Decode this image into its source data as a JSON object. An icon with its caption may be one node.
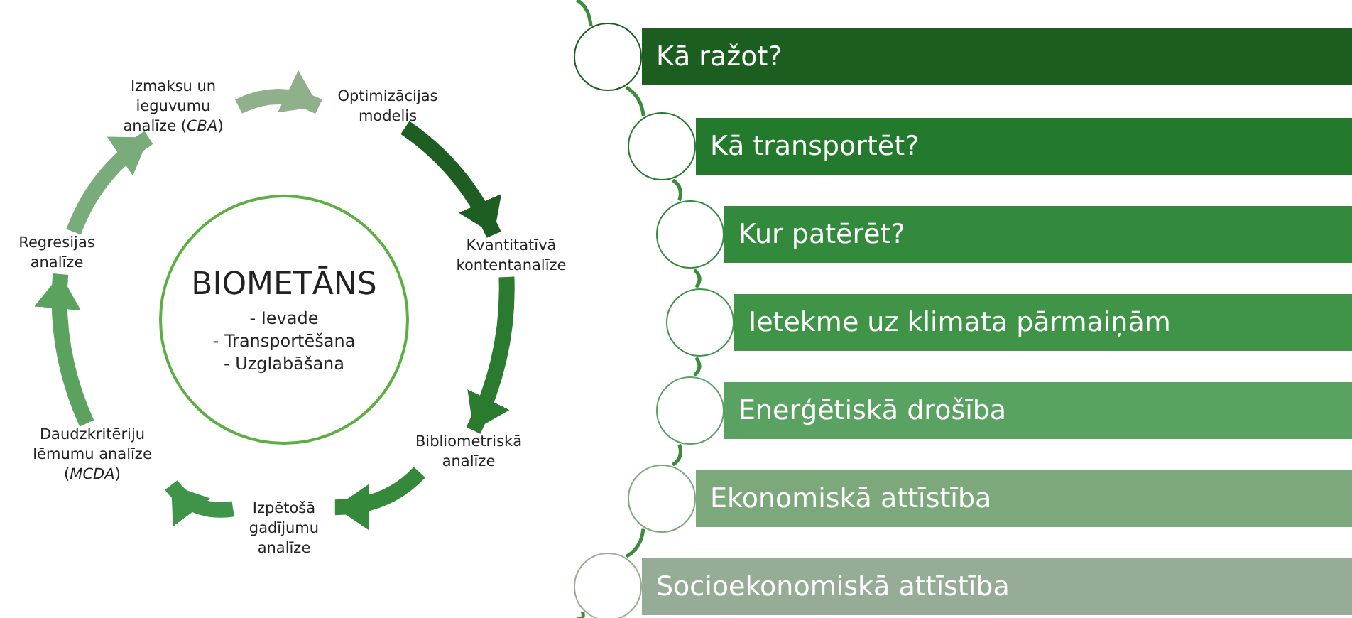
{
  "diagram": {
    "nodes": [
      {
        "text": [
          "BIOMETĀNS",
          "- Ievade",
          "- Transportēšana",
          "- Uzglabāšana"
        ]
      },
      {
        "text": [
          "Izmaksu un ieguvumu analīze (*CBA*)"
        ]
      },
      {
        "text": [
          "Optimizācijas modelis"
        ]
      },
      {
        "text": [
          "Kvantitatīvā kontentanalīze"
        ]
      },
      {
        "text": [
          "Bibliometriskā analīze"
        ]
      },
      {
        "text": [
          "Izpētošā gadījumu analīze"
        ]
      },
      {
        "text": [
          "Daudzkritēriju lēmumu analīze (*MCDA*)"
        ]
      },
      {
        "text": [
          "Regresijas analīze"
        ]
      },
      {
        "text": [
          "Kā ražot?"
        ]
      },
      {
        "text": [
          "Kā transportēt?"
        ]
      },
      {
        "text": [
          "Kur patērēt?"
        ]
      },
      {
        "text": [
          "Ietekme uz klimata pārmaiņām"
        ]
      },
      {
        "text": [
          "Enerģētiskā drošība"
        ]
      },
      {
        "text": [
          "Ekonomiskā attīstība"
        ]
      },
      {
        "text": [
          "Socioekonomiskā attīstība"
        ]
      }
    ],
    "edges": [
      {
        "from": 1,
        "to": 2,
        "arrow": "to",
        "style": "thick",
        "color": "#8fb08a"
      },
      {
        "from": 2,
        "to": 3,
        "arrow": "to",
        "style": "thick",
        "color": "#1e5e22"
      },
      {
        "from": 3,
        "to": 4,
        "arrow": "to",
        "style": "thick",
        "color": "#2a7a30"
      },
      {
        "from": 4,
        "to": 5,
        "arrow": "to",
        "style": "thick",
        "color": "#348a3a"
      },
      {
        "from": 5,
        "to": 6,
        "arrow": "to",
        "style": "thick",
        "color": "#3f944a"
      },
      {
        "from": 6,
        "to": 7,
        "arrow": "to",
        "style": "thick",
        "color": "#5aa25e"
      },
      {
        "from": 7,
        "to": 1,
        "arrow": "to",
        "style": "thick",
        "color": "#7aab7a"
      },
      {
        "from": null,
        "to": 8,
        "arrow": "none"
      },
      {
        "from": 8,
        "to": 9,
        "arrow": "none"
      },
      {
        "from": 9,
        "to": 10,
        "arrow": "none"
      },
      {
        "from": 10,
        "to": 11,
        "arrow": "none"
      },
      {
        "from": 11,
        "to": 12,
        "arrow": "none"
      },
      {
        "from": 12,
        "to": 13,
        "arrow": "none"
      },
      {
        "from": 13,
        "to": 14,
        "arrow": "none"
      },
      {
        "from": 14,
        "to": null,
        "arrow": "none"
      }
    ]
  }
}
